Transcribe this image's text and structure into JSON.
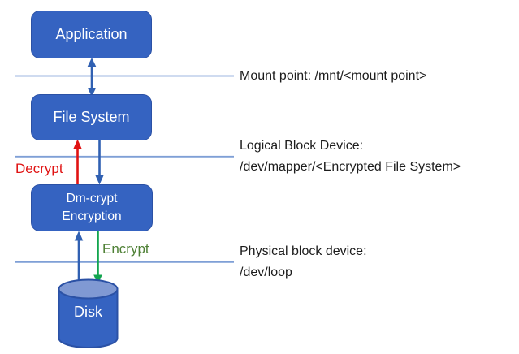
{
  "colors": {
    "node_fill": "#3563c1",
    "node_border": "#2b51a5",
    "node_text": "#ffffff",
    "disk_top_fill": "#8099d3",
    "boundary_line": "#7f9fd6",
    "arrow_blue": "#3060b2",
    "arrow_red": "#e01212",
    "arrow_green": "#12a54e",
    "decrypt_text": "#e01212",
    "encrypt_text": "#4e8035",
    "label_text": "#1c1c1c"
  },
  "nodes": {
    "application": {
      "label": "Application"
    },
    "file_system": {
      "label": "File System"
    },
    "dm_crypt": {
      "line1": "Dm-crypt",
      "line2": "Encryption"
    },
    "disk": {
      "label": "Disk"
    }
  },
  "flow_labels": {
    "decrypt": "Decrypt",
    "encrypt": "Encrypt"
  },
  "boundaries": {
    "mount_point": {
      "line1": "Mount point: /mnt/<mount point>"
    },
    "logical_block": {
      "line1": "Logical Block Device:",
      "line2": "/dev/mapper/<Encrypted File System>"
    },
    "physical_block": {
      "line1": "Physical block device:",
      "line2": "/dev/loop"
    }
  }
}
